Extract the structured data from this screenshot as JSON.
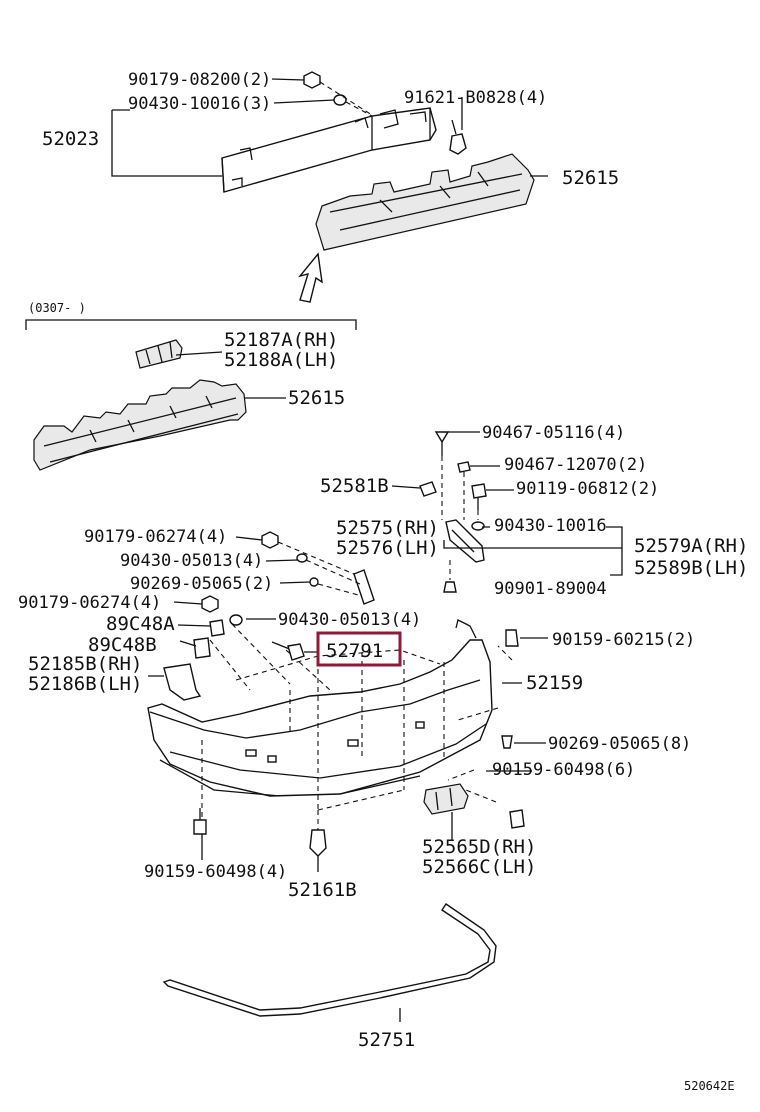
{
  "diagram": {
    "date_range_note": "(0307-      )",
    "footer_code": "520642E",
    "highlight_color": "#8e1b3a",
    "labels": {
      "p90179_08200": "90179-08200(2)",
      "p90430_10016_3": "90430-10016(3)",
      "p52023": "52023",
      "p91621_b0828": "91621-B0828(4)",
      "p52615_top": "52615",
      "p52187a": "52187A(RH)",
      "p52188a": "52188A(LH)",
      "p52615_mid": "52615",
      "p90467_05116": "90467-05116(4)",
      "p90467_12070": "90467-12070(2)",
      "p52581b": "52581B",
      "p90119_06812": "90119-06812(2)",
      "p52575": "52575(RH)",
      "p52576": "52576(LH)",
      "p90430_10016": "90430-10016",
      "p52579a": "52579A(RH)",
      "p52589b": "52589B(LH)",
      "p90179_06274_a": "90179-06274(4)",
      "p90430_05013_a": "90430-05013(4)",
      "p90269_05065_2": "90269-05065(2)",
      "p90901_89004": "90901-89004",
      "p90179_06274_b": "90179-06274(4)",
      "p90430_05013_b": "90430-05013(4)",
      "p89c48a": "89C48A",
      "p89c48b": "89C48B",
      "p52791": "52791",
      "p90159_60215": "90159-60215(2)",
      "p52185b": "52185B(RH)",
      "p52186b": "52186B(LH)",
      "p52159": "52159",
      "p90269_05065_8": "90269-05065(8)",
      "p90159_60498_6": "90159-60498(6)",
      "p52565d": "52565D(RH)",
      "p52566c": "52566C(LH)",
      "p90159_60498_4": "90159-60498(4)",
      "p52161b": "52161B",
      "p52751": "52751"
    }
  }
}
